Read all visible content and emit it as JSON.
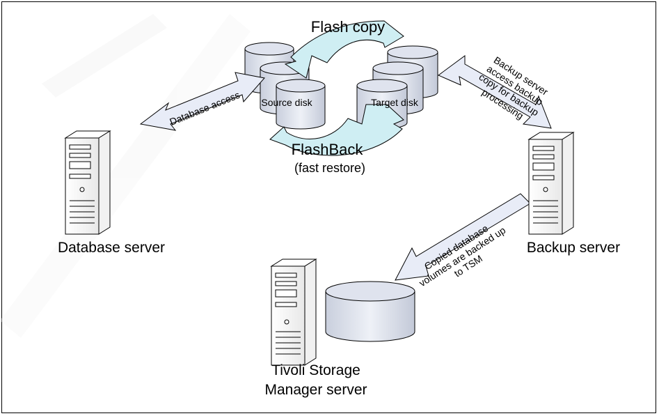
{
  "diagram": {
    "flash_copy": "Flash copy",
    "flashback_line1": "FlashBack",
    "flashback_line2": "(fast restore)",
    "source_disk": "Source disk",
    "target_disk": "Target disk",
    "database_access": "Database access",
    "backup_access_line1": "Backup server",
    "backup_access_line2": "access backup",
    "backup_access_line3": "copy for backup",
    "backup_access_line4": "processing",
    "copied_line1": "Copied database",
    "copied_line2": "volumes are backed up",
    "copied_line3": "to TSM",
    "database_server": "Database server",
    "backup_server": "Backup server",
    "tsm_line1": "Tivoli Storage",
    "tsm_line2": "Manager server"
  },
  "colors": {
    "disk_fill": "#dfe3ee",
    "arrow_fill": "#e8ecf7",
    "curved_arrow_fill": "#cfeef3",
    "stroke": "#000000"
  }
}
